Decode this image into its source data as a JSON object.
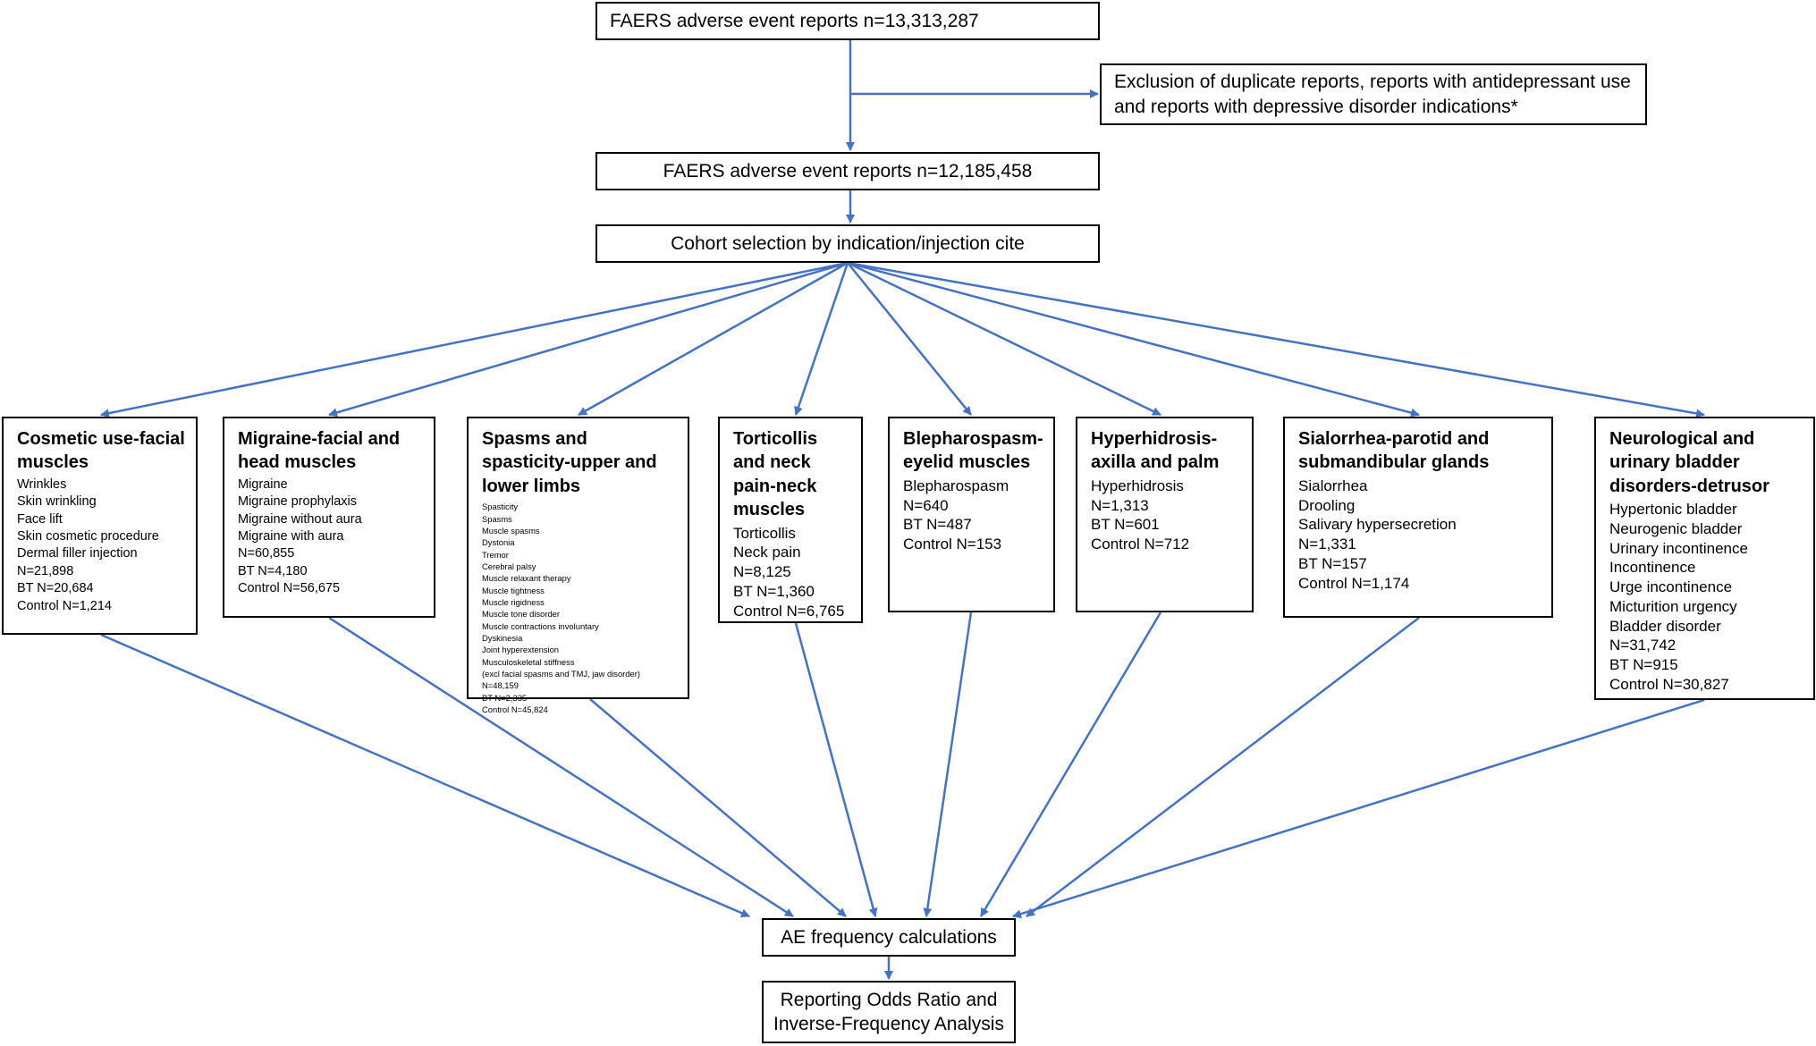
{
  "flow": {
    "start": "FAERS adverse event reports n=13,313,287",
    "exclusion": "Exclusion of duplicate reports, reports with antidepressant use and reports with depressive disorder indications*",
    "filtered": "FAERS adverse event reports n=12,185,458",
    "selection": "Cohort selection by indication/injection cite",
    "frequency": "AE frequency calculations",
    "analysis": "Reporting Odds Ratio and Inverse-Frequency Analysis"
  },
  "cohorts": [
    {
      "title": "Cosmetic use-facial muscles",
      "items": [
        "Wrinkles",
        "Skin wrinkling",
        "Face lift",
        "Skin cosmetic procedure",
        "Dermal filler injection",
        "N=21,898",
        "BT N=20,684",
        "Control N=1,214"
      ]
    },
    {
      "title": "Migraine-facial and head muscles",
      "items": [
        "Migraine",
        "Migraine prophylaxis",
        "Migraine without aura",
        "Migraine with aura",
        "N=60,855",
        "BT N=4,180",
        "Control N=56,675"
      ]
    },
    {
      "title": "Spasms and spasticity-upper and lower limbs",
      "items": [
        "Spasticity",
        "Spasms",
        "Muscle spasms",
        "Dystonia",
        "Tremor",
        "Cerebral palsy",
        "Muscle relaxant therapy",
        "Muscle tightness",
        "Muscle rigidness",
        "Muscle tone disorder",
        "Muscle contractions involuntary",
        "Dyskinesia",
        "Joint hyperextension",
        "Musculoskeletal stiffness",
        "(excl facial spasms and TMJ, jaw disorder)",
        "N=48,159",
        "BT N=2,335",
        "Control N=45,824"
      ]
    },
    {
      "title": "Torticollis and neck pain-neck muscles",
      "items": [
        "Torticollis",
        "Neck pain",
        "N=8,125",
        "BT N=1,360",
        "Control N=6,765"
      ]
    },
    {
      "title": "Blepharospasm-eyelid muscles",
      "items": [
        "Blepharospasm",
        "N=640",
        "BT N=487",
        "Control N=153"
      ]
    },
    {
      "title": "Hyperhidrosis-axilla and palm",
      "items": [
        "Hyperhidrosis",
        "N=1,313",
        "BT N=601",
        "Control N=712"
      ]
    },
    {
      "title": "Sialorrhea-parotid and submandibular glands",
      "items": [
        "Sialorrhea",
        "Drooling",
        "Salivary hypersecretion",
        "N=1,331",
        "BT N=157",
        "Control N=1,174"
      ]
    },
    {
      "title": "Neurological and urinary bladder disorders-detrusor",
      "items": [
        "Hypertonic bladder",
        "Neurogenic bladder",
        "Urinary incontinence",
        "Incontinence",
        "Urge incontinence",
        "Micturition urgency",
        "Bladder disorder",
        "N=31,742",
        "BT N=915",
        "Control N=30,827"
      ]
    }
  ],
  "colors": {
    "arrow": "#4472c4",
    "border": "#000000"
  }
}
